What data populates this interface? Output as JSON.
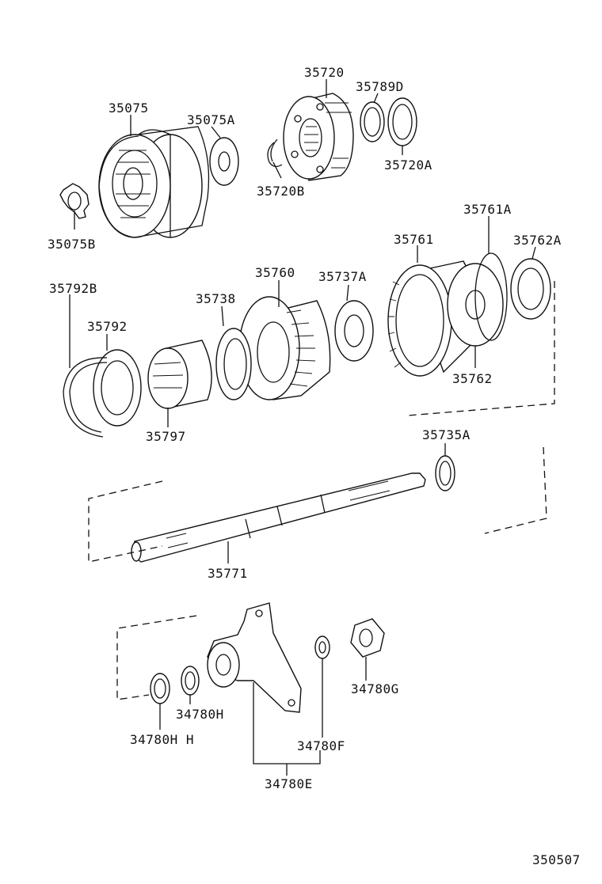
{
  "diagram": {
    "labels": {
      "p35720": "35720",
      "p35789D": "35789D",
      "p35075": "35075",
      "p35075A": "35075A",
      "p35720A": "35720A",
      "p35720B": "35720B",
      "p35075B": "35075B",
      "p35761A": "35761A",
      "p35761": "35761",
      "p35762A": "35762A",
      "p35760": "35760",
      "p35737A": "35737A",
      "p35792B": "35792B",
      "p35738": "35738",
      "p35792": "35792",
      "p35762": "35762",
      "p35797": "35797",
      "p35735A": "35735A",
      "p35771": "35771",
      "p34780G": "34780G",
      "p34780H": "34780H",
      "p34780HH": "34780H H",
      "p34780F": "34780F",
      "p34780E": "34780E"
    },
    "figure_id": "350507"
  }
}
